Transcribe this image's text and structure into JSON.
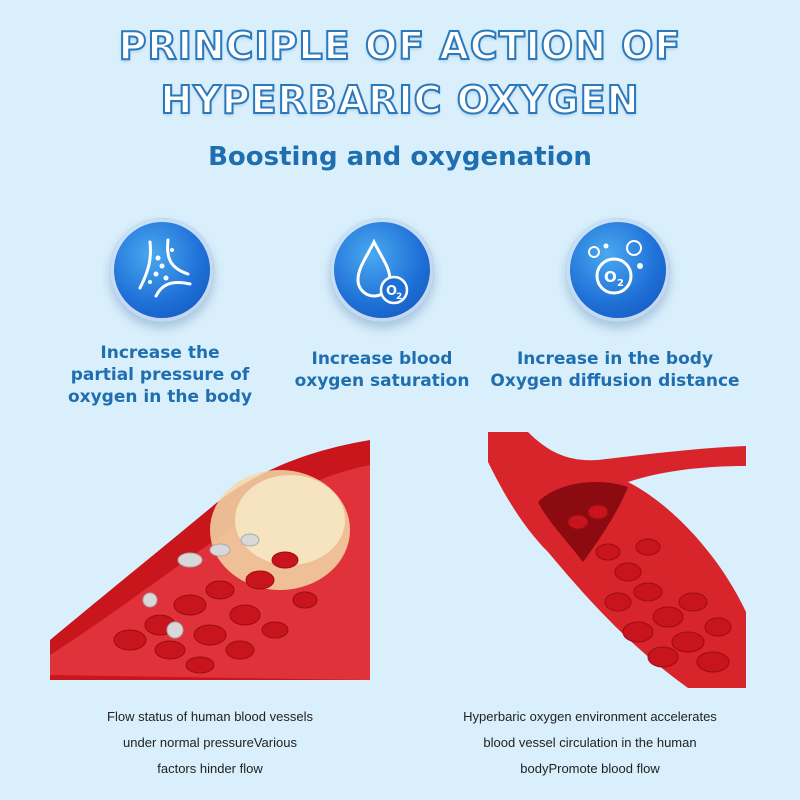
{
  "header": {
    "title_line1": "PRINCIPLE OF ACTION OF",
    "title_line2": "HYPERBARIC OXYGEN",
    "subtitle": "Boosting and oxygenation"
  },
  "features": [
    {
      "icon": "vessel-branch-icon",
      "line1": "Increase the",
      "line2": "partial pressure of",
      "line3": "oxygen in the body"
    },
    {
      "icon": "o2-droplet-icon",
      "line1": "Increase blood",
      "line2": "oxygen saturation"
    },
    {
      "icon": "o2-bubble-icon",
      "line1": "Increase in the body",
      "line2": "Oxygen diffusion distance"
    }
  ],
  "images": [
    {
      "name": "blocked-blood-vessel",
      "caption_line1": "Flow status of human blood vessels",
      "caption_line2": "under normal pressureVarious",
      "caption_line3": "factors hinder flow"
    },
    {
      "name": "flowing-blood-vessel",
      "caption_line1": "Hyperbaric oxygen environment accelerates",
      "caption_line2": "blood vessel circulation in the human",
      "caption_line3": "bodyPromote blood flow"
    }
  ],
  "colors": {
    "background": "#d9effb",
    "accent": "#1f6fb0",
    "vessel": "#d8242b",
    "cell": "#c8141c"
  }
}
